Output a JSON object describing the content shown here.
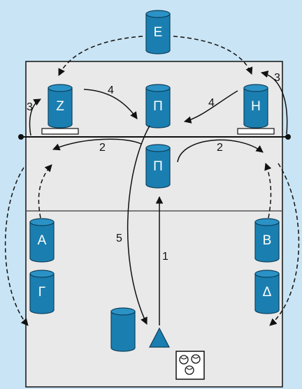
{
  "colors": {
    "background": "#c9e4f4",
    "court": "#e9e9e9",
    "player": "#1a7fb0",
    "player_dark": "#0d5f88",
    "line": "#111111",
    "label": "#ffffff"
  },
  "players": {
    "E": "Ε",
    "Z": "Ζ",
    "H": "Η",
    "P_top": "Π",
    "P_bottom": "Π",
    "A": "Α",
    "B": "Β",
    "G": "Γ",
    "D": "Δ"
  },
  "arrow_labels": {
    "n1": "1",
    "n2_left": "2",
    "n2_right": "2",
    "n3_left": "3",
    "n3_right": "3",
    "n4_left": "4",
    "n4_right": "4",
    "n5": "5"
  },
  "icons": {
    "coach": "triangle-icon",
    "ball_cart": "ball-basket-icon"
  }
}
